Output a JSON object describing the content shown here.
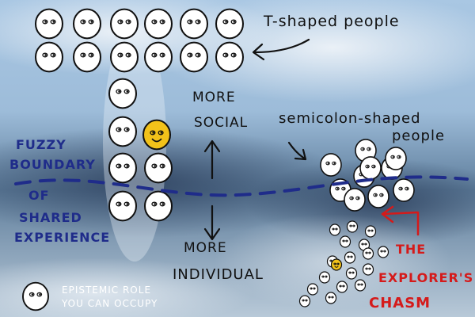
{
  "labels": {
    "t_shaped": "T-shaped people",
    "more_social_1": "MORE",
    "more_social_2": "SOCIAL",
    "semicolon_1": "semicolon-shaped",
    "semicolon_2": "people",
    "fuzzy_1": "FUZZY",
    "fuzzy_2": "BOUNDARY",
    "of": "OF",
    "shared": "SHARED",
    "experience": "EXPERIENCE",
    "more_individual_1": "MORE",
    "more_individual_2": "INDIVIDUAL",
    "the": "THE",
    "explorers": "EXPLORER'S",
    "chasm": "CHASM",
    "legend_1": "EPISTEMIC ROLE",
    "legend_2": "YOU CAN OCCUPY"
  },
  "colors": {
    "ink": "#111111",
    "blue_ink": "#1f2c8a",
    "red_ink": "#d51a1a",
    "face_fill": "#ffffff",
    "highlight_face": "#f2c21a",
    "sky": "#8fb2d3"
  }
}
